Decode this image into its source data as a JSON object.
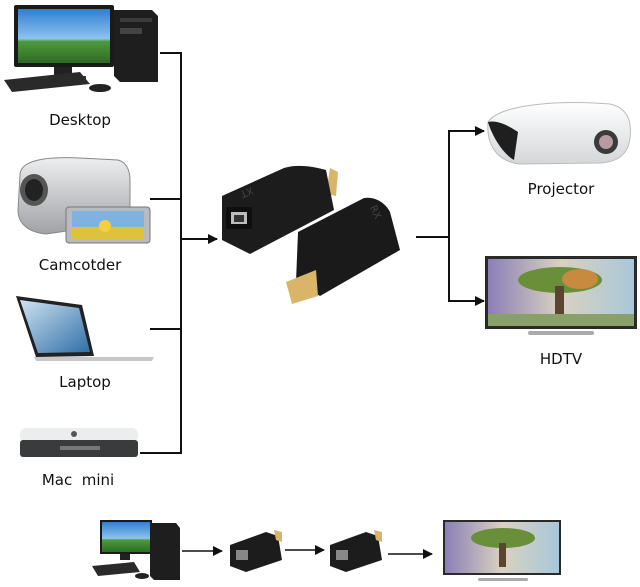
{
  "diagram": {
    "sources": [
      {
        "id": "desktop",
        "label": "Desktop"
      },
      {
        "id": "camcorder",
        "label": "Camcotder"
      },
      {
        "id": "laptop",
        "label": "Laptop"
      },
      {
        "id": "mac-mini",
        "label": "Mac  mini"
      }
    ],
    "extender": {
      "transmitter_label": "TX",
      "receiver_label": "RX"
    },
    "outputs": [
      {
        "id": "projector",
        "label": "Projector"
      },
      {
        "id": "hdtv",
        "label": "HDTV"
      }
    ],
    "bottom_chain": [
      "desktop",
      "transmitter",
      "receiver",
      "hdtv"
    ],
    "colors": {
      "line": "#111111",
      "device_black": "#1c1c1c",
      "connector_gold": "#d9b56a",
      "silver": "#c9cacc"
    }
  }
}
